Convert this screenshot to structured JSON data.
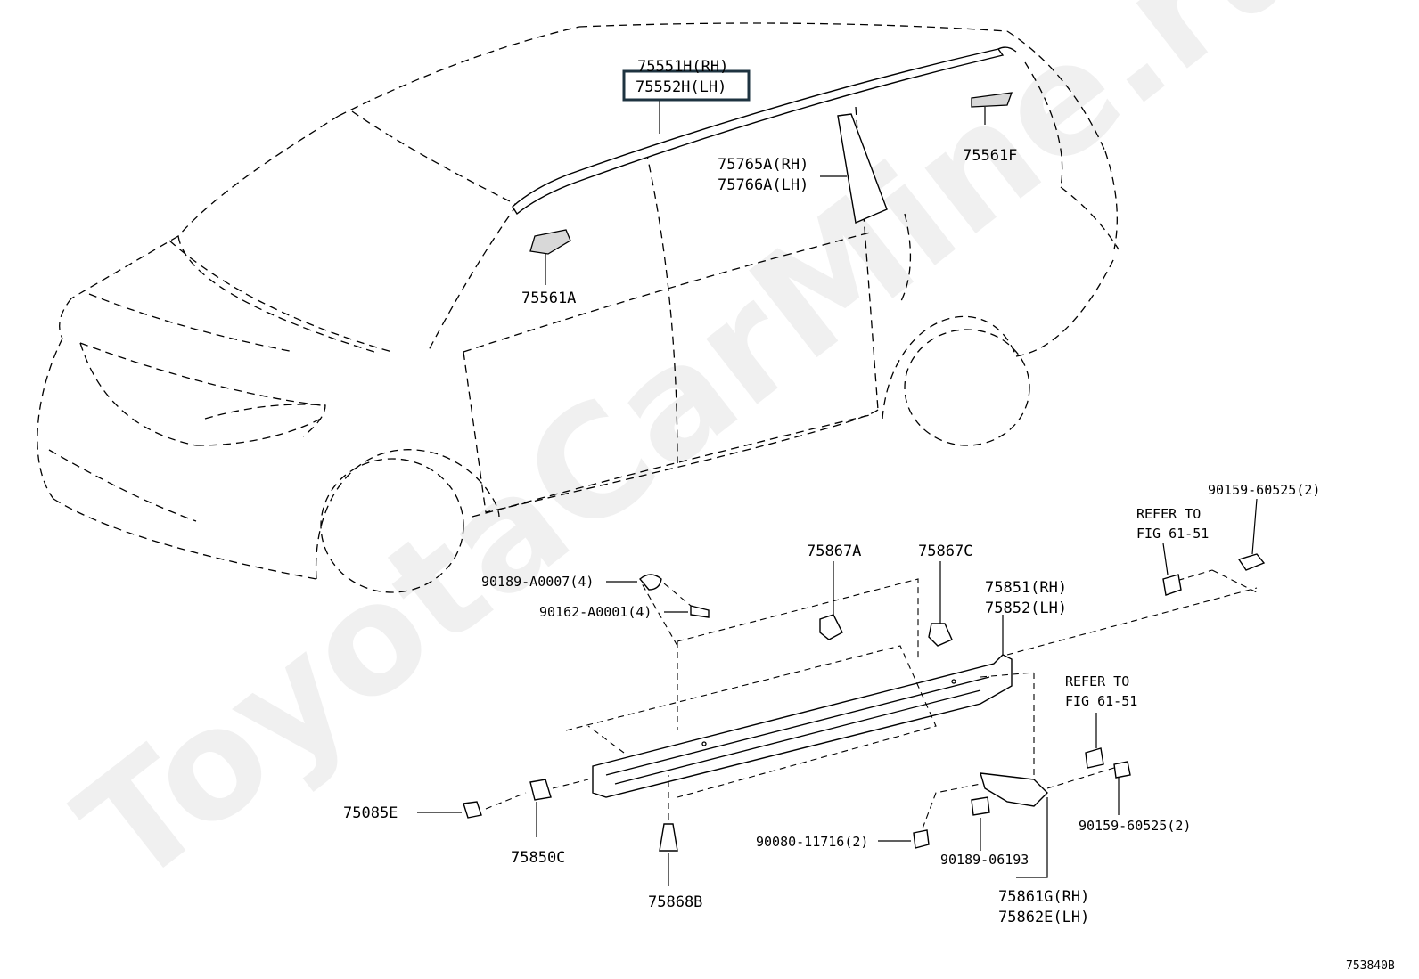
{
  "watermark": "ToyotaCarMine.ru",
  "figure_id": "753840B",
  "parts": {
    "p75551H": "75551H(RH)",
    "p75552H": "75552H(LH)",
    "p75561F": "75561F",
    "p75765A": "75765A(RH)",
    "p75766A": "75766A(LH)",
    "p75561A": "75561A",
    "p90159_top": "90159-60525(2)",
    "refer_top_1": "REFER TO",
    "refer_top_2": "FIG 61-51",
    "p75867A": "75867A",
    "p75867C": "75867C",
    "p90189_A0007": "90189-A0007(4)",
    "p90162_A0001": "90162-A0001(4)",
    "p75851": "75851(RH)",
    "p75852": "75852(LH)",
    "refer_mid_1": "REFER TO",
    "refer_mid_2": "FIG 61-51",
    "p75085E": "75085E",
    "p75850C": "75850C",
    "p90080": "90080-11716(2)",
    "p90159_mid": "90159-60525(2)",
    "p90189_06193": "90189-06193",
    "p75868B": "75868B",
    "p75861G": "75861G(RH)",
    "p75862E": "75862E(LH)"
  },
  "highlighted_part": "75552H(LH)"
}
